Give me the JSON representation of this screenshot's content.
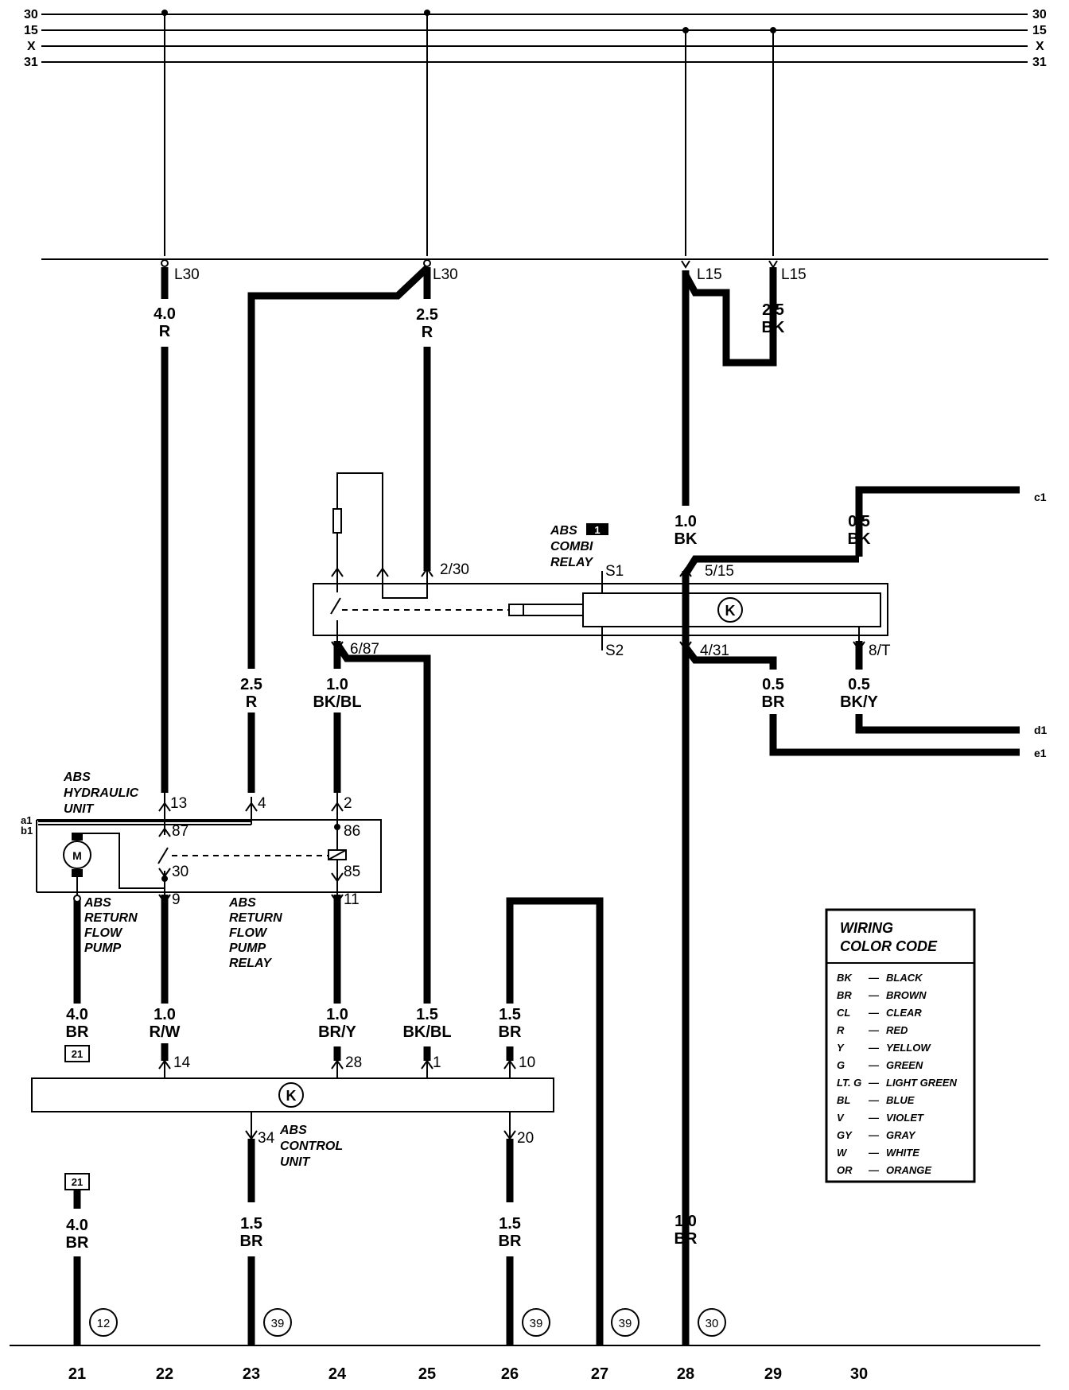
{
  "bus_lines": [
    "30",
    "15",
    "X",
    "31"
  ],
  "wires": {
    "w22_top": {
      "terminal": "L30",
      "gauge": "4.0",
      "color": "R"
    },
    "w25_top": {
      "terminal": "L30",
      "gauge": "2.5",
      "color": "R"
    },
    "w28_top": {
      "terminal": "L15"
    },
    "w29_top": {
      "terminal": "L15",
      "gauge": "2.5",
      "color": "BK"
    },
    "w23_mid": {
      "gauge": "2.5",
      "color": "R"
    },
    "w24_mid": {
      "gauge": "1.0",
      "color": "BK/BL"
    },
    "w28_mid": {
      "gauge": "1.0",
      "color": "BK"
    },
    "w30_mid": {
      "gauge": "0.5",
      "color": "BK"
    },
    "w29_mid": {
      "gauge": "0.5",
      "color": "BR"
    },
    "w30_low": {
      "gauge": "0.5",
      "color": "BK/Y"
    },
    "w21_low": {
      "gauge": "4.0",
      "color": "BR"
    },
    "w22_low": {
      "gauge": "1.0",
      "color": "R/W"
    },
    "w24_low": {
      "gauge": "1.0",
      "color": "BR/Y"
    },
    "w25_low": {
      "gauge": "1.5",
      "color": "BK/BL"
    },
    "w26_low": {
      "gauge": "1.5",
      "color": "BR"
    },
    "w21_bot": {
      "gauge": "4.0",
      "color": "BR"
    },
    "w23_bot": {
      "gauge": "1.5",
      "color": "BR"
    },
    "w26_bot": {
      "gauge": "1.5",
      "color": "BR"
    },
    "w28_bot": {
      "gauge": "1.0",
      "color": "BR"
    }
  },
  "pins": {
    "relay_2_30": "2/30",
    "relay_s1": "S1",
    "relay_5_15": "5/15",
    "relay_6_87": "6/87",
    "relay_s2": "S2",
    "relay_4_31": "4/31",
    "relay_8_t": "8/T",
    "hyd_13": "13",
    "hyd_4": "4",
    "hyd_2": "2",
    "hyd_87": "87",
    "hyd_86": "86",
    "hyd_30": "30",
    "hyd_85": "85",
    "hyd_9": "9",
    "hyd_11": "11",
    "cu_14": "14",
    "cu_28": "28",
    "cu_1": "1",
    "cu_10": "10",
    "cu_34": "34",
    "cu_20": "20"
  },
  "connectors": {
    "c1": "c1",
    "d1": "d1",
    "e1": "e1",
    "a1": "a1",
    "b1": "b1"
  },
  "components": {
    "combi_relay": [
      "ABS",
      "COMBI",
      "RELAY"
    ],
    "combi_relay_badge": "1",
    "hydraulic_unit": [
      "ABS",
      "HYDRAULIC",
      "UNIT"
    ],
    "return_pump": [
      "ABS",
      "RETURN",
      "FLOW",
      "PUMP"
    ],
    "return_pump_relay": [
      "ABS",
      "RETURN",
      "FLOW",
      "PUMP",
      "RELAY"
    ],
    "control_unit": [
      "ABS",
      "CONTROL",
      "UNIT"
    ],
    "motor_symbol": "M",
    "k_symbol": "K"
  },
  "ground_tags": {
    "t1": "21",
    "t2": "21"
  },
  "ground_refs": {
    "g21": "12",
    "g23": "39",
    "g26": "39",
    "g27": "39",
    "g28": "30"
  },
  "columns": [
    "21",
    "22",
    "23",
    "24",
    "25",
    "26",
    "27",
    "28",
    "29",
    "30"
  ],
  "legend": {
    "title": [
      "WIRING",
      "COLOR CODE"
    ],
    "rows": [
      {
        "code": "BK",
        "name": "BLACK"
      },
      {
        "code": "BR",
        "name": "BROWN"
      },
      {
        "code": "CL",
        "name": "CLEAR"
      },
      {
        "code": "R",
        "name": "RED"
      },
      {
        "code": "Y",
        "name": "YELLOW"
      },
      {
        "code": "G",
        "name": "GREEN"
      },
      {
        "code": "LT. G",
        "name": "LIGHT GREEN"
      },
      {
        "code": "BL",
        "name": "BLUE"
      },
      {
        "code": "V",
        "name": "VIOLET"
      },
      {
        "code": "GY",
        "name": "GRAY"
      },
      {
        "code": "W",
        "name": "WHITE"
      },
      {
        "code": "OR",
        "name": "ORANGE"
      }
    ]
  }
}
